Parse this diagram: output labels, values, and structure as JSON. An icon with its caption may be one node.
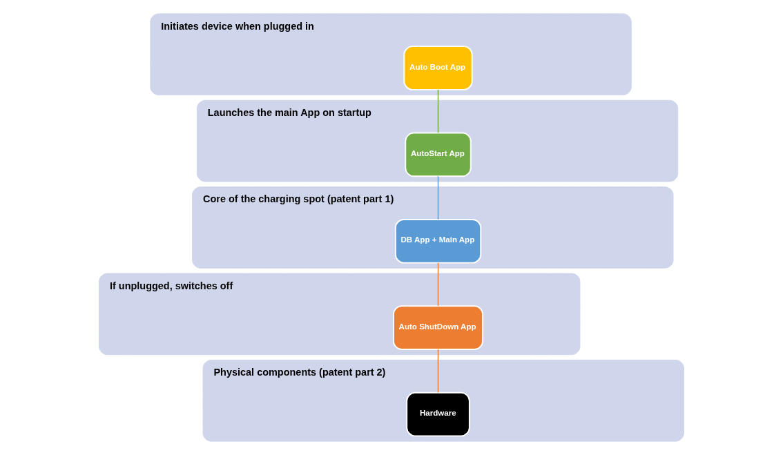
{
  "diagram": {
    "nodes": [
      {
        "text": [
          "Initiates device when plugged in"
        ]
      },
      {
        "text": [
          "Auto Boot App"
        ],
        "in": 0
      },
      {
        "text": [
          "Launches the main App on startup"
        ]
      },
      {
        "text": [
          "AutoStart App"
        ],
        "in": 2
      },
      {
        "text": [
          "Core of the charging spot (patent part 1)"
        ]
      },
      {
        "text": [
          "DB App + Main App"
        ],
        "in": 4
      },
      {
        "text": [
          "If unplugged, switches off"
        ]
      },
      {
        "text": [
          "Auto ShutDown App"
        ],
        "in": 6
      },
      {
        "text": [
          "Physical components (patent part 2)"
        ]
      },
      {
        "text": [
          "Hardware"
        ],
        "in": 8
      }
    ],
    "edges": [
      {
        "from": 1,
        "to": 3,
        "arrow": "none",
        "color": "#70ad47"
      },
      {
        "from": 3,
        "to": 5,
        "arrow": "none",
        "color": "#5b9bd5"
      },
      {
        "from": 5,
        "to": 7,
        "arrow": "none"
      },
      {
        "from": 7,
        "to": 9,
        "arrow": "none"
      }
    ]
  }
}
